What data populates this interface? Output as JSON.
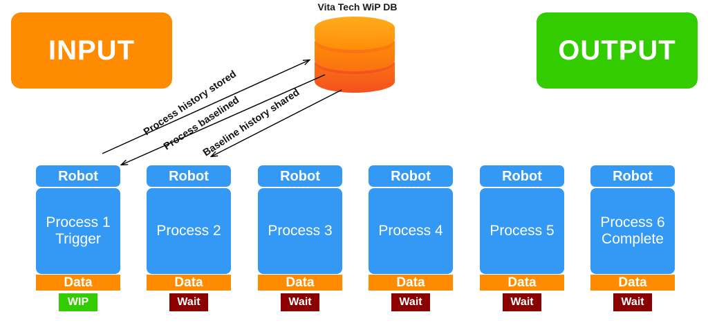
{
  "banners": {
    "input": {
      "label": "INPUT",
      "color": "#FF8C00"
    },
    "output": {
      "label": "OUTPUT",
      "color": "#33CC00"
    }
  },
  "database": {
    "title": "Vita Tech WiP DB",
    "icon": "database-cylinder-icon",
    "top_color": "#FF9800",
    "bottom_color": "#F4511E",
    "segments": 3
  },
  "flows": [
    {
      "id": "process-history-stored",
      "label": "Process history stored",
      "direction": "to-database"
    },
    {
      "id": "process-baselined",
      "label": "Process baselined",
      "direction": "to-processes"
    },
    {
      "id": "baseline-history-shared",
      "label": "Baseline history shared",
      "direction": "to-processes"
    }
  ],
  "colors": {
    "robot": "#3399F5",
    "process": "#3399F5",
    "data": "#FF8C00",
    "wip": "#33CC00",
    "wait": "#8B0000"
  },
  "columns": [
    {
      "robot": "Robot",
      "process": "Process 1\nTrigger",
      "data": "Data",
      "status": "WIP",
      "status_type": "wip"
    },
    {
      "robot": "Robot",
      "process": "Process 2",
      "data": "Data",
      "status": "Wait",
      "status_type": "wait"
    },
    {
      "robot": "Robot",
      "process": "Process 3",
      "data": "Data",
      "status": "Wait",
      "status_type": "wait"
    },
    {
      "robot": "Robot",
      "process": "Process 4",
      "data": "Data",
      "status": "Wait",
      "status_type": "wait"
    },
    {
      "robot": "Robot",
      "process": "Process 5",
      "data": "Data",
      "status": "Wait",
      "status_type": "wait"
    },
    {
      "robot": "Robot",
      "process": "Process 6\nComplete",
      "data": "Data",
      "status": "Wait",
      "status_type": "wait"
    }
  ]
}
